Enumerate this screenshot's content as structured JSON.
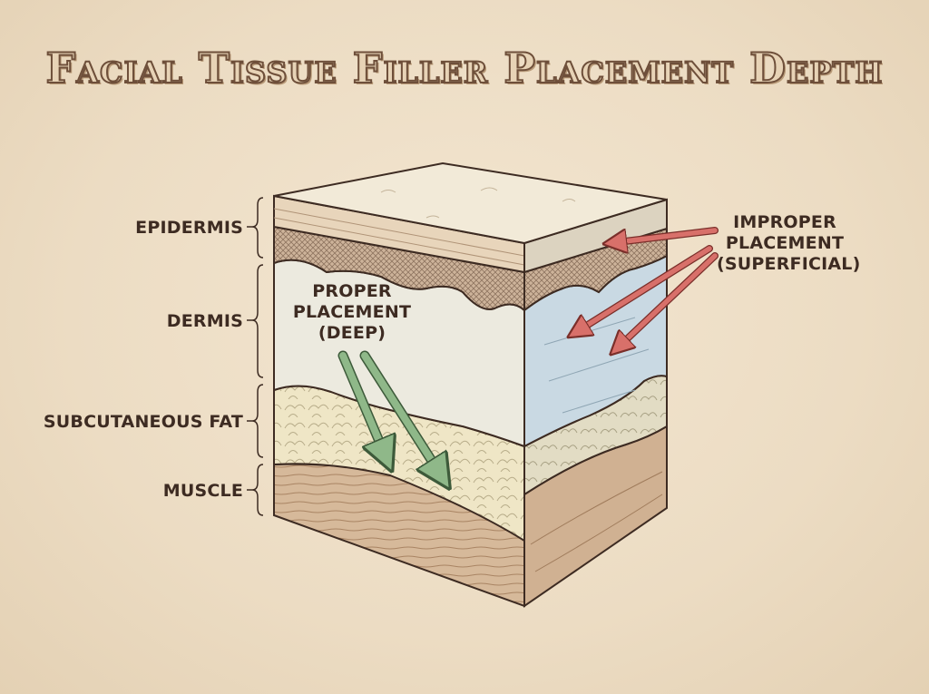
{
  "title": "Facial Tissue Filler Placement Depth",
  "layers": {
    "epidermis": "EPIDERMIS",
    "dermis": "DERMIS",
    "fat": "SUBCUTANEOUS FAT",
    "muscle": "MUSCLE"
  },
  "proper": {
    "line1": "PROPER",
    "line2": "PLACEMENT",
    "line3": "(DEEP)"
  },
  "improper": {
    "line1": "IMPROPER",
    "line2": "PLACEMENT",
    "line3": "(SUPERFICIAL)"
  },
  "colors": {
    "proper_arrow": "#8fb889",
    "improper_arrow": "#d8706a",
    "outline": "#3d2b22"
  }
}
